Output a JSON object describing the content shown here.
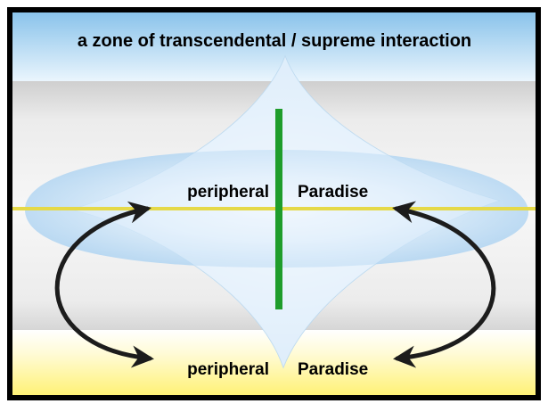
{
  "diagram": {
    "top_banner": "a zone of transcendental / supreme interaction",
    "upper_labels": {
      "left": "peripheral",
      "right": "Paradise"
    },
    "lower_labels": {
      "left": "peripheral",
      "right": "Paradise"
    }
  },
  "colors": {
    "frame": "#000000",
    "sky_top": "#8cc4ec",
    "sky_bottom": "#e9f4fc",
    "band_grey": "#d9d9d9",
    "lens_blue": "#a9d2f1",
    "axis_green": "#1f9d2b",
    "axis_yellow": "#e7dc4a",
    "floor_yellow": "#fff27a",
    "arrow": "#1c1c1c"
  }
}
